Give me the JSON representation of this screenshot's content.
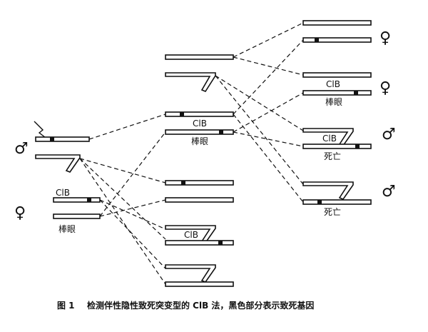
{
  "labels": {
    "cib": "ClB",
    "bar_eye": "棒眼",
    "lethal": "死亡"
  },
  "symbols": {
    "male": "♂",
    "female": "♀"
  },
  "caption": {
    "figure_no": "图 1",
    "text": "检测伴性隐性致死突变型的 ClB 法，黑色部分表示致死基因"
  }
}
